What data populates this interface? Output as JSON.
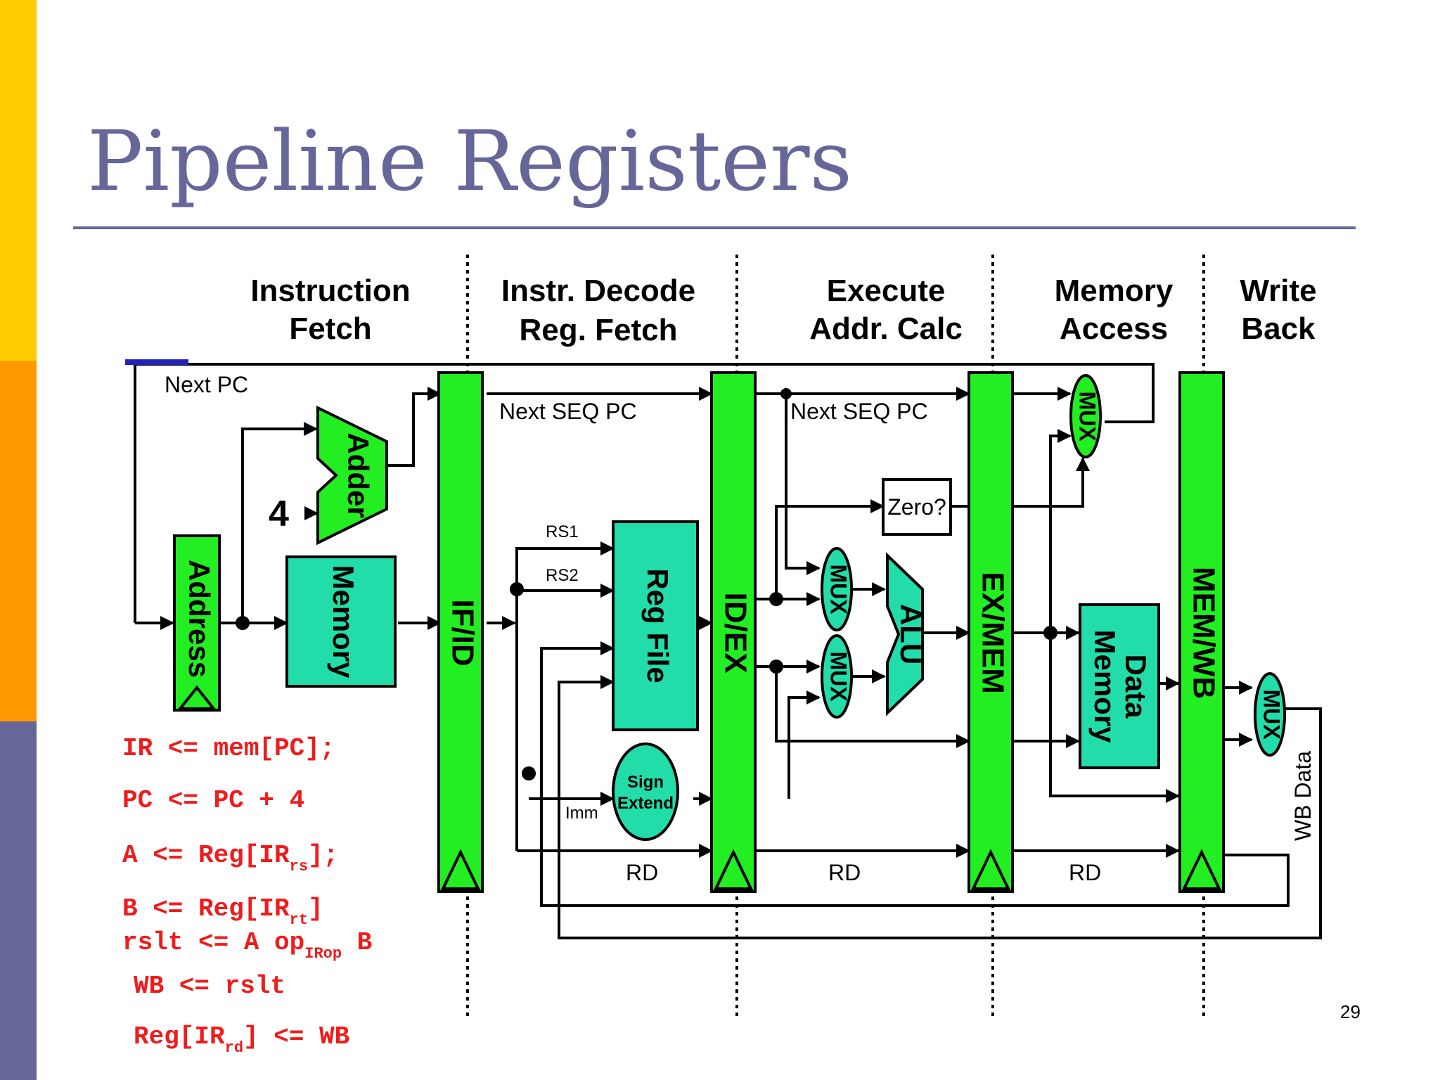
{
  "slide": {
    "title": "Pipeline Registers",
    "page_number": "29",
    "colors": {
      "title": "#666699",
      "band_top": "#ffcc00",
      "band_mid": "#ff9900",
      "band_bottom": "#666699",
      "register_green": "#22ee22",
      "unit_teal": "#22ddaa",
      "code_red": "#ee1c1c"
    }
  },
  "diagram": {
    "stages": [
      {
        "line1": "Instruction",
        "line2": "Fetch"
      },
      {
        "line1": "Instr. Decode",
        "line2": "Reg. Fetch"
      },
      {
        "line1": "Execute",
        "line2": "Addr. Calc"
      },
      {
        "line1": "Memory",
        "line2": "Access"
      },
      {
        "line1": "Write",
        "line2": "Back"
      }
    ],
    "registers": {
      "if_id": "IF/ID",
      "id_ex": "ID/EX",
      "ex_mem": "EX/MEM",
      "mem_wb": "MEM/WB"
    },
    "blocks": {
      "address": "Address",
      "adder": "Adder",
      "constant_four": "4",
      "instruction_memory": "Memory",
      "reg_file": "Reg File",
      "sign_extend_line1": "Sign",
      "sign_extend_line2": "Extend",
      "alu": "ALU",
      "zero_test": "Zero?",
      "data_memory_line1": "Data",
      "data_memory_line2": "Memory",
      "mux": "MUX"
    },
    "signals": {
      "next_pc": "Next PC",
      "next_seq_pc": "Next SEQ PC",
      "rs1": "RS1",
      "rs2": "RS2",
      "imm": "Imm",
      "rd": "RD",
      "wb_data": "WB Data"
    }
  },
  "rtl": [
    {
      "pre": "IR <= mem[PC];",
      "sub": "",
      "post": ""
    },
    {
      "pre": "PC <= PC + 4",
      "sub": "",
      "post": ""
    },
    {
      "pre": "A <= Reg[IR",
      "sub": "rs",
      "post": "];"
    },
    {
      "pre": "B <= Reg[IR",
      "sub": "rt",
      "post": "]"
    },
    {
      "pre": "rslt <= A op",
      "sub": "IRop",
      "post": " B"
    },
    {
      "pre": "WB <= rslt",
      "sub": "",
      "post": ""
    },
    {
      "pre": "Reg[IR",
      "sub": "rd",
      "post": "] <= WB"
    }
  ]
}
